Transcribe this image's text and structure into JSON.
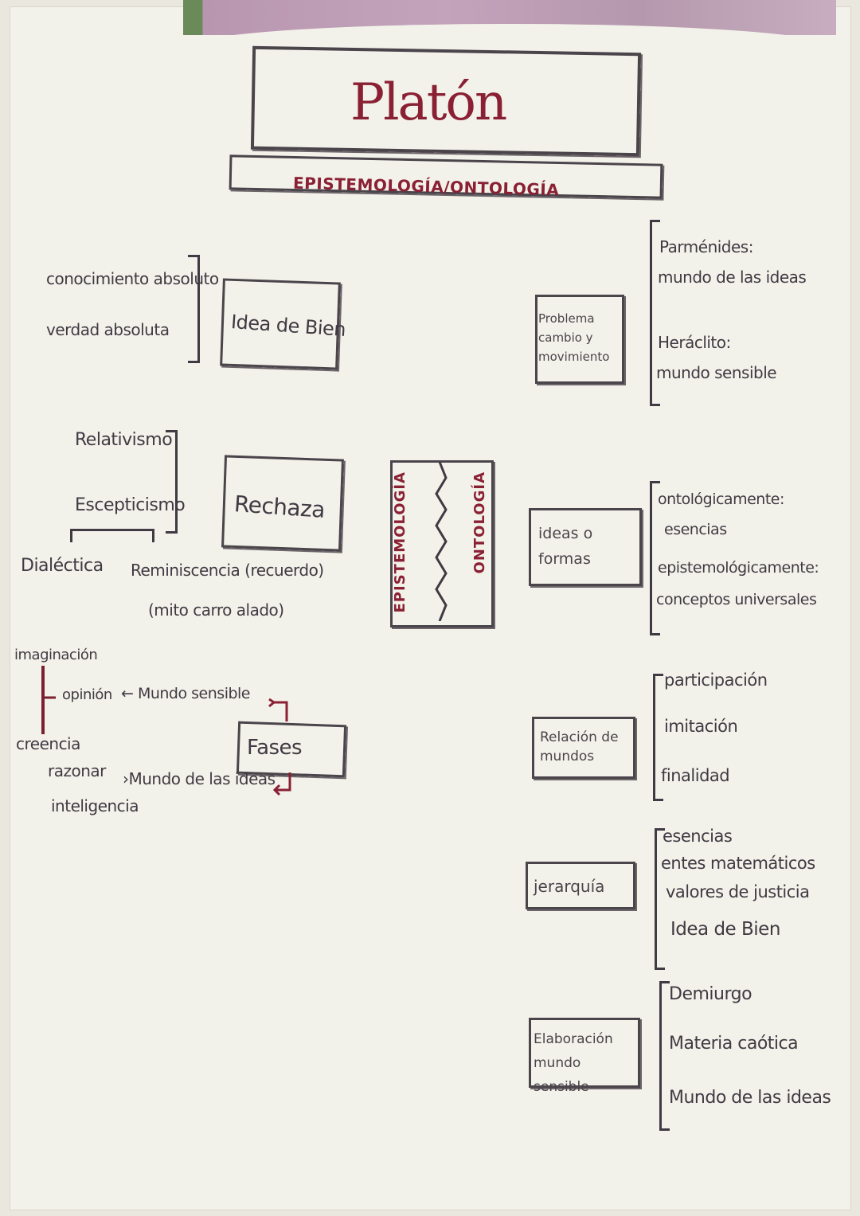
{
  "title": "Platón",
  "subtitle": "EPISTEMOLOGÍA/ONTOLOGÍA",
  "center": {
    "left_label": "EPISTEMOLOGÍA",
    "right_label": "ONTOLOGÍA"
  },
  "left": {
    "idea_bien": {
      "box": "Idea de Bien",
      "items": [
        "conocimiento absoluto",
        "verdad absoluta"
      ]
    },
    "rechaza": {
      "box": "Rechaza",
      "items": [
        "Relativismo",
        "Escepticismo"
      ],
      "branches": [
        "Dialéctica",
        "Reminiscencia (recuerdo)"
      ],
      "note": "(mito carro alado)"
    },
    "fases": {
      "box": "Fases",
      "items": [
        "imaginación",
        "opinión",
        "creencia",
        "razonar",
        "inteligencia"
      ],
      "opinion_arrow": "← Mundo sensible",
      "razonar_arrow": "›Mundo de las ideas"
    }
  },
  "right": [
    {
      "box": "Problema cambio y movimiento",
      "items": [
        "Parménides:",
        "mundo de las ideas",
        "Heráclito:",
        "mundo sensible"
      ]
    },
    {
      "box": "ideas o formas",
      "items": [
        "ontológicamente:",
        "esencias",
        "epistemológicamente:",
        "conceptos universales"
      ]
    },
    {
      "box": "Relación de mundos",
      "items": [
        "participación",
        "imitación",
        "finalidad"
      ]
    },
    {
      "box": "jerarquía",
      "items": [
        "esencias",
        "entes matemáticos",
        "valores de justicia",
        "Idea de Bien"
      ]
    },
    {
      "box": "Elaboración mundo sensible",
      "items": [
        "Demiurgo",
        "Materia caótica",
        "Mundo de las ideas"
      ]
    }
  ]
}
